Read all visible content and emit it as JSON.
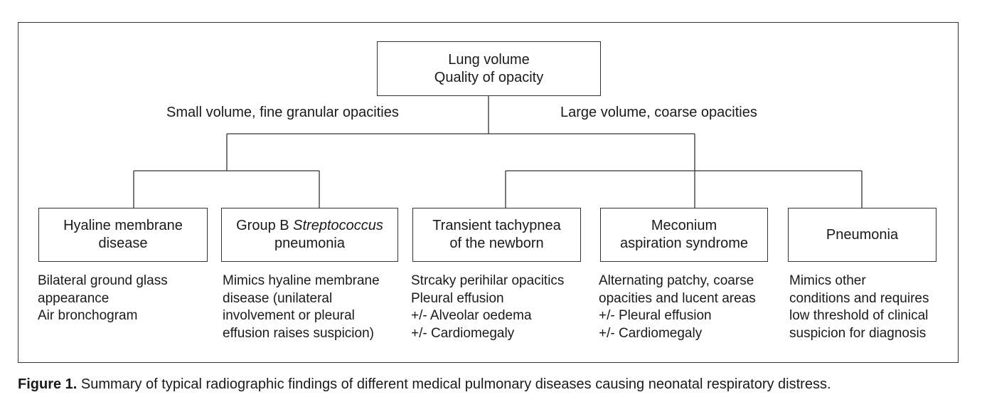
{
  "root": {
    "line1": "Lung volume",
    "line2": "Quality of opacity"
  },
  "branches": {
    "left": "Small volume, fine granular opacities",
    "right": "Large volume, coarse opacities"
  },
  "nodes": [
    {
      "line1": "Hyaline membrane",
      "line2": "disease",
      "desc": [
        "Bilateral ground glass",
        "appearance",
        "Air bronchogram"
      ]
    },
    {
      "line1_prefix": "Group B ",
      "line1_italic": "Streptococcus",
      "line2": "pneumonia",
      "desc": [
        "Mimics hyaline membrane",
        "disease (unilateral",
        "involvement or pleural",
        "effusion raises suspicion)"
      ]
    },
    {
      "line1": "Transient tachypnea",
      "line2": "of the newborn",
      "desc": [
        "Strcaky perihilar opacitics",
        "Pleural effusion",
        "+/- Alveolar oedema",
        "+/- Cardiomegaly"
      ]
    },
    {
      "line1": "Meconium",
      "line2": "aspiration syndrome",
      "desc": [
        "Alternating patchy, coarse",
        "opacities and lucent areas",
        "+/- Pleural effusion",
        "+/- Cardiomegaly"
      ]
    },
    {
      "line1": "Pneumonia",
      "desc": [
        "Mimics other",
        "conditions and requires",
        "low threshold of clinical",
        "suspicion for diagnosis"
      ]
    }
  ],
  "caption": {
    "label": "Figure 1.",
    "text": " Summary of typical radiographic findings of different medical pulmonary diseases causing neonatal respiratory distress."
  }
}
